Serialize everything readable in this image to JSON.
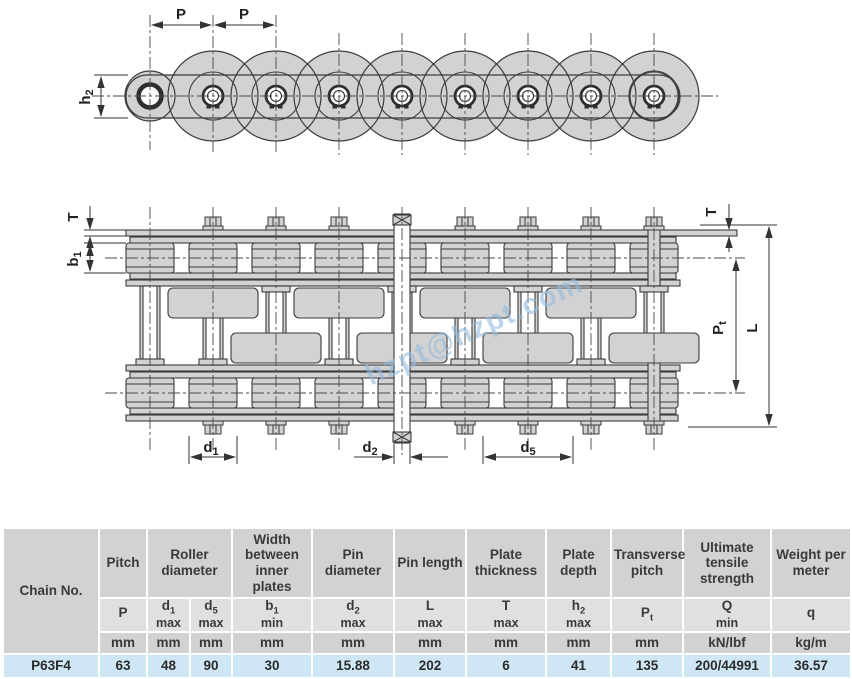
{
  "watermark": {
    "text": "hzpt@hzpt.com",
    "color": "#93bbdf"
  },
  "diagram": {
    "side_view": {
      "pitch_label_1": "P",
      "pitch_label_2": "P",
      "plate_depth": {
        "base": "h",
        "sub": "2"
      }
    },
    "plan_view": {
      "plate_thickness_left": "T",
      "plate_thickness_right": "T",
      "inner_width": {
        "base": "b",
        "sub": "1"
      },
      "roller_dia_small": {
        "base": "d",
        "sub": "1"
      },
      "pin_dia": {
        "base": "d",
        "sub": "2"
      },
      "roller_dia_large": {
        "base": "d",
        "sub": "5"
      },
      "transverse_pitch": {
        "base": "P",
        "sub": "t"
      },
      "pin_length": "L"
    }
  },
  "table": {
    "chain_no": {
      "header": "Chain No.",
      "value": "P63F4"
    },
    "columns": [
      {
        "group": "Pitch",
        "sym": {
          "base": "P",
          "sub": ""
        },
        "qual": "",
        "unit": "mm",
        "value": "63"
      },
      {
        "group": "Roller diameter",
        "sym": {
          "base": "d",
          "sub": "1"
        },
        "qual": "max",
        "unit": "mm",
        "value": "48"
      },
      {
        "group": "Roller diameter",
        "sym": {
          "base": "d",
          "sub": "5"
        },
        "qual": "max",
        "unit": "mm",
        "value": "90"
      },
      {
        "group": "Width between inner plates",
        "sym": {
          "base": "b",
          "sub": "1"
        },
        "qual": "min",
        "unit": "mm",
        "value": "30"
      },
      {
        "group": "Pin diameter",
        "sym": {
          "base": "d",
          "sub": "2"
        },
        "qual": "max",
        "unit": "mm",
        "value": "15.88"
      },
      {
        "group": "Pin length",
        "sym": {
          "base": "L",
          "sub": ""
        },
        "qual": "max",
        "unit": "mm",
        "value": "202"
      },
      {
        "group": "Plate thickness",
        "sym": {
          "base": "T",
          "sub": ""
        },
        "qual": "max",
        "unit": "mm",
        "value": "6"
      },
      {
        "group": "Plate depth",
        "sym": {
          "base": "h",
          "sub": "2"
        },
        "qual": "max",
        "unit": "mm",
        "value": "41"
      },
      {
        "group": "Transverse pitch",
        "sym": {
          "base": "P",
          "sub": "t"
        },
        "qual": "",
        "unit": "mm",
        "value": "135"
      },
      {
        "group": "Ultimate tensile strength",
        "sym": {
          "base": "Q",
          "sub": ""
        },
        "qual": "min",
        "unit": "kN/lbf",
        "value": "200/44991"
      },
      {
        "group": "Weight per meter",
        "sym": {
          "base": "q",
          "sub": ""
        },
        "qual": "",
        "unit": "kg/m",
        "value": "36.57"
      }
    ]
  }
}
